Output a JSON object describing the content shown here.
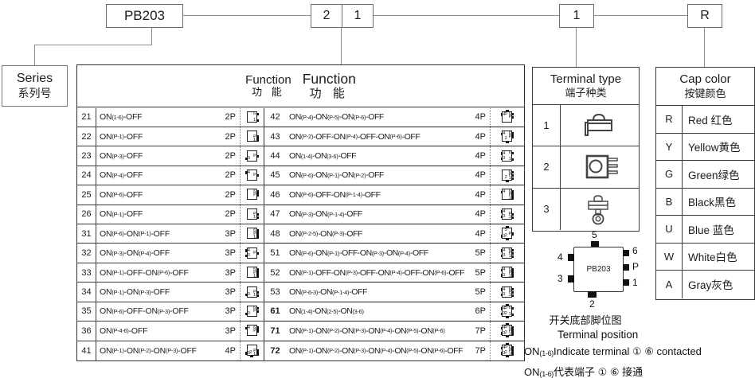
{
  "order_code": {
    "series_code": "PB203",
    "function_digits": [
      "2",
      "1"
    ],
    "terminal_digit": "1",
    "cap_letter": "R"
  },
  "series": {
    "en": "Series",
    "zh": "系列号"
  },
  "function_table": {
    "header": {
      "en1": "Function",
      "zh1": "功 能",
      "en2": "Function",
      "zh2": "功 能"
    },
    "left_rows": [
      {
        "code": "21",
        "fn": "ON(1-6)-OFF",
        "poles": "2P",
        "pins": [
          "6",
          "1"
        ]
      },
      {
        "code": "22",
        "fn": "ON(P-1)-OFF",
        "poles": "2P",
        "pins": [
          "P",
          "1"
        ]
      },
      {
        "code": "23",
        "fn": "ON(P-3)-OFF",
        "poles": "2P",
        "pins": [
          "3",
          "P"
        ]
      },
      {
        "code": "24",
        "fn": "ON(P-4)-OFF",
        "poles": "2P",
        "pins": [
          "4",
          "P"
        ]
      },
      {
        "code": "25",
        "fn": "ON(P-6)-OFF",
        "poles": "2P",
        "pins": [
          "6",
          "P"
        ]
      },
      {
        "code": "26",
        "fn": "ON(P-1)-OFF",
        "poles": "2P",
        "pins": [
          "P",
          "1"
        ]
      },
      {
        "code": "31",
        "fn": "ON(P-6)-ON(P-1)-OFF",
        "poles": "3P",
        "pins": [
          "6",
          "P",
          "1"
        ]
      },
      {
        "code": "32",
        "fn": "ON(P-3)-ON(P-4)-OFF",
        "poles": "3P",
        "pins": [
          "4",
          "3",
          "P"
        ]
      },
      {
        "code": "33",
        "fn": "ON(P-1)-OFF-ON(P-6)-OFF",
        "poles": "3P",
        "pins": [
          "6",
          "P",
          "1"
        ]
      },
      {
        "code": "34",
        "fn": "ON(P-1)-ON(P-3)-OFF",
        "poles": "3P",
        "pins": [
          "3",
          "P",
          "1"
        ]
      },
      {
        "code": "35",
        "fn": "ON(P-6)-OFF-ON(P-3)-OFF",
        "poles": "3P",
        "pins": [
          "6",
          "3",
          "P"
        ]
      },
      {
        "code": "36",
        "fn": "ON(P-4-6)-OFF",
        "poles": "3P",
        "pins": [
          "4",
          "6",
          "P"
        ]
      },
      {
        "code": "41",
        "fn": "ON(P-1)-ON(P-2)-ON(P-3)-OFF",
        "poles": "4P",
        "pins": [
          "3",
          "2",
          "1",
          "P"
        ]
      }
    ],
    "right_rows": [
      {
        "code": "42",
        "fn": "ON(P-4)-ON(P-5)-ON(P-6)-OFF",
        "poles": "4P",
        "pins": [
          "4",
          "5",
          "6",
          "P"
        ]
      },
      {
        "code": "43",
        "fn": "ON(P-2)-OFF-ON(P-4)-OFF-ON(P-6)-OFF",
        "poles": "4P",
        "pins": [
          "4",
          "6",
          "2",
          "P"
        ]
      },
      {
        "code": "44",
        "fn": "ON(1-4)-ON(3-6)-OFF",
        "poles": "4P",
        "pins": [
          "4",
          "6",
          "3",
          "1"
        ]
      },
      {
        "code": "45",
        "fn": "ON(P-6)-ON(P-1)-ON(P-2)-OFF",
        "poles": "4P",
        "pins": [
          "6",
          "P",
          "2",
          "1"
        ]
      },
      {
        "code": "46",
        "fn": "ON(P-6)-OFF-ON(P-1-4)-OFF",
        "poles": "4P",
        "pins": [
          "4",
          "6",
          "P",
          "1"
        ]
      },
      {
        "code": "47",
        "fn": "ON(P-3)-ON(P-1-4)-OFF",
        "poles": "4P",
        "pins": [
          "4",
          "3",
          "P",
          "1"
        ]
      },
      {
        "code": "48",
        "fn": "ON(P-2-5)-ON(P-3)-OFF",
        "poles": "4P",
        "pins": [
          "5",
          "3",
          "2",
          "P"
        ]
      },
      {
        "code": "51",
        "fn": "ON(P-6)-ON(P-1)-OFF-ON(P-3)-ON(P-4)-OFF",
        "poles": "5P",
        "pins": [
          "4",
          "6",
          "3",
          "P",
          "1"
        ]
      },
      {
        "code": "52",
        "fn": "ON(P-1)-OFF-ON(P-3)-OFF-ON(P-4)-OFF-ON(P-6)-OFF",
        "poles": "5P",
        "pins": [
          "4",
          "6",
          "3",
          "P",
          "1"
        ]
      },
      {
        "code": "53",
        "fn": "ON(P-6-3)-ON(P-1-4)-OFF",
        "poles": "5P",
        "pins": [
          "4",
          "6",
          "3",
          "P",
          "1"
        ]
      },
      {
        "code": "61",
        "fn": "ON(1-4)-ON(2-5)-ON(3-6)",
        "poles": "6P",
        "bold": true,
        "pins": [
          "4",
          "5",
          "6",
          "3",
          "2",
          "1"
        ]
      },
      {
        "code": "71",
        "fn": "ON(P-1)-ON(P-2)-ON(P-3)-ON(P-4)-ON(P-5)-ON(P-6)",
        "poles": "7P",
        "bold": true,
        "pins": [
          "4",
          "5",
          "6",
          "3",
          "2",
          "1",
          "P"
        ]
      },
      {
        "code": "72",
        "fn": "ON(P-1)-ON(P-2)-ON(P-3)-ON(P-4)-ON(P-5)-ON(P-6)-OFF",
        "poles": "7P",
        "bold": true,
        "pins": [
          "4",
          "5",
          "6",
          "3",
          "2",
          "1",
          "P"
        ]
      }
    ]
  },
  "terminal_type": {
    "header_en": "Terminal type",
    "header_zh": "端子种类",
    "rows": [
      {
        "code": "1",
        "icon": "pcb-pin-switch-icon"
      },
      {
        "code": "2",
        "icon": "right-angle-pin-switch-icon"
      },
      {
        "code": "3",
        "icon": "solder-lug-switch-icon"
      }
    ]
  },
  "cap_color": {
    "header_en": "Cap color",
    "header_zh": "按键颜色",
    "rows": [
      {
        "code": "R",
        "name": "Red 红色"
      },
      {
        "code": "Y",
        "name": "Yellow黄色"
      },
      {
        "code": "G",
        "name": "Green绿色"
      },
      {
        "code": "B",
        "name": "Black黑色"
      },
      {
        "code": "U",
        "name": "Blue 蓝色"
      },
      {
        "code": "W",
        "name": "White白色"
      },
      {
        "code": "A",
        "name": "Gray灰色"
      }
    ]
  },
  "pin_diagram": {
    "label": "PB203",
    "top_pin": "5",
    "bottom_pin": "2",
    "left_pins": [
      "4",
      "3"
    ],
    "right_pins": [
      "6",
      "P",
      "1"
    ],
    "caption_zh": "开关底部脚位图",
    "caption_en": "Terminal position"
  },
  "notes": [
    "ON(1-6)Indicate terminal ① ⑥  contacted",
    "ON(1-6)代表端子  ① ⑥  接通"
  ]
}
